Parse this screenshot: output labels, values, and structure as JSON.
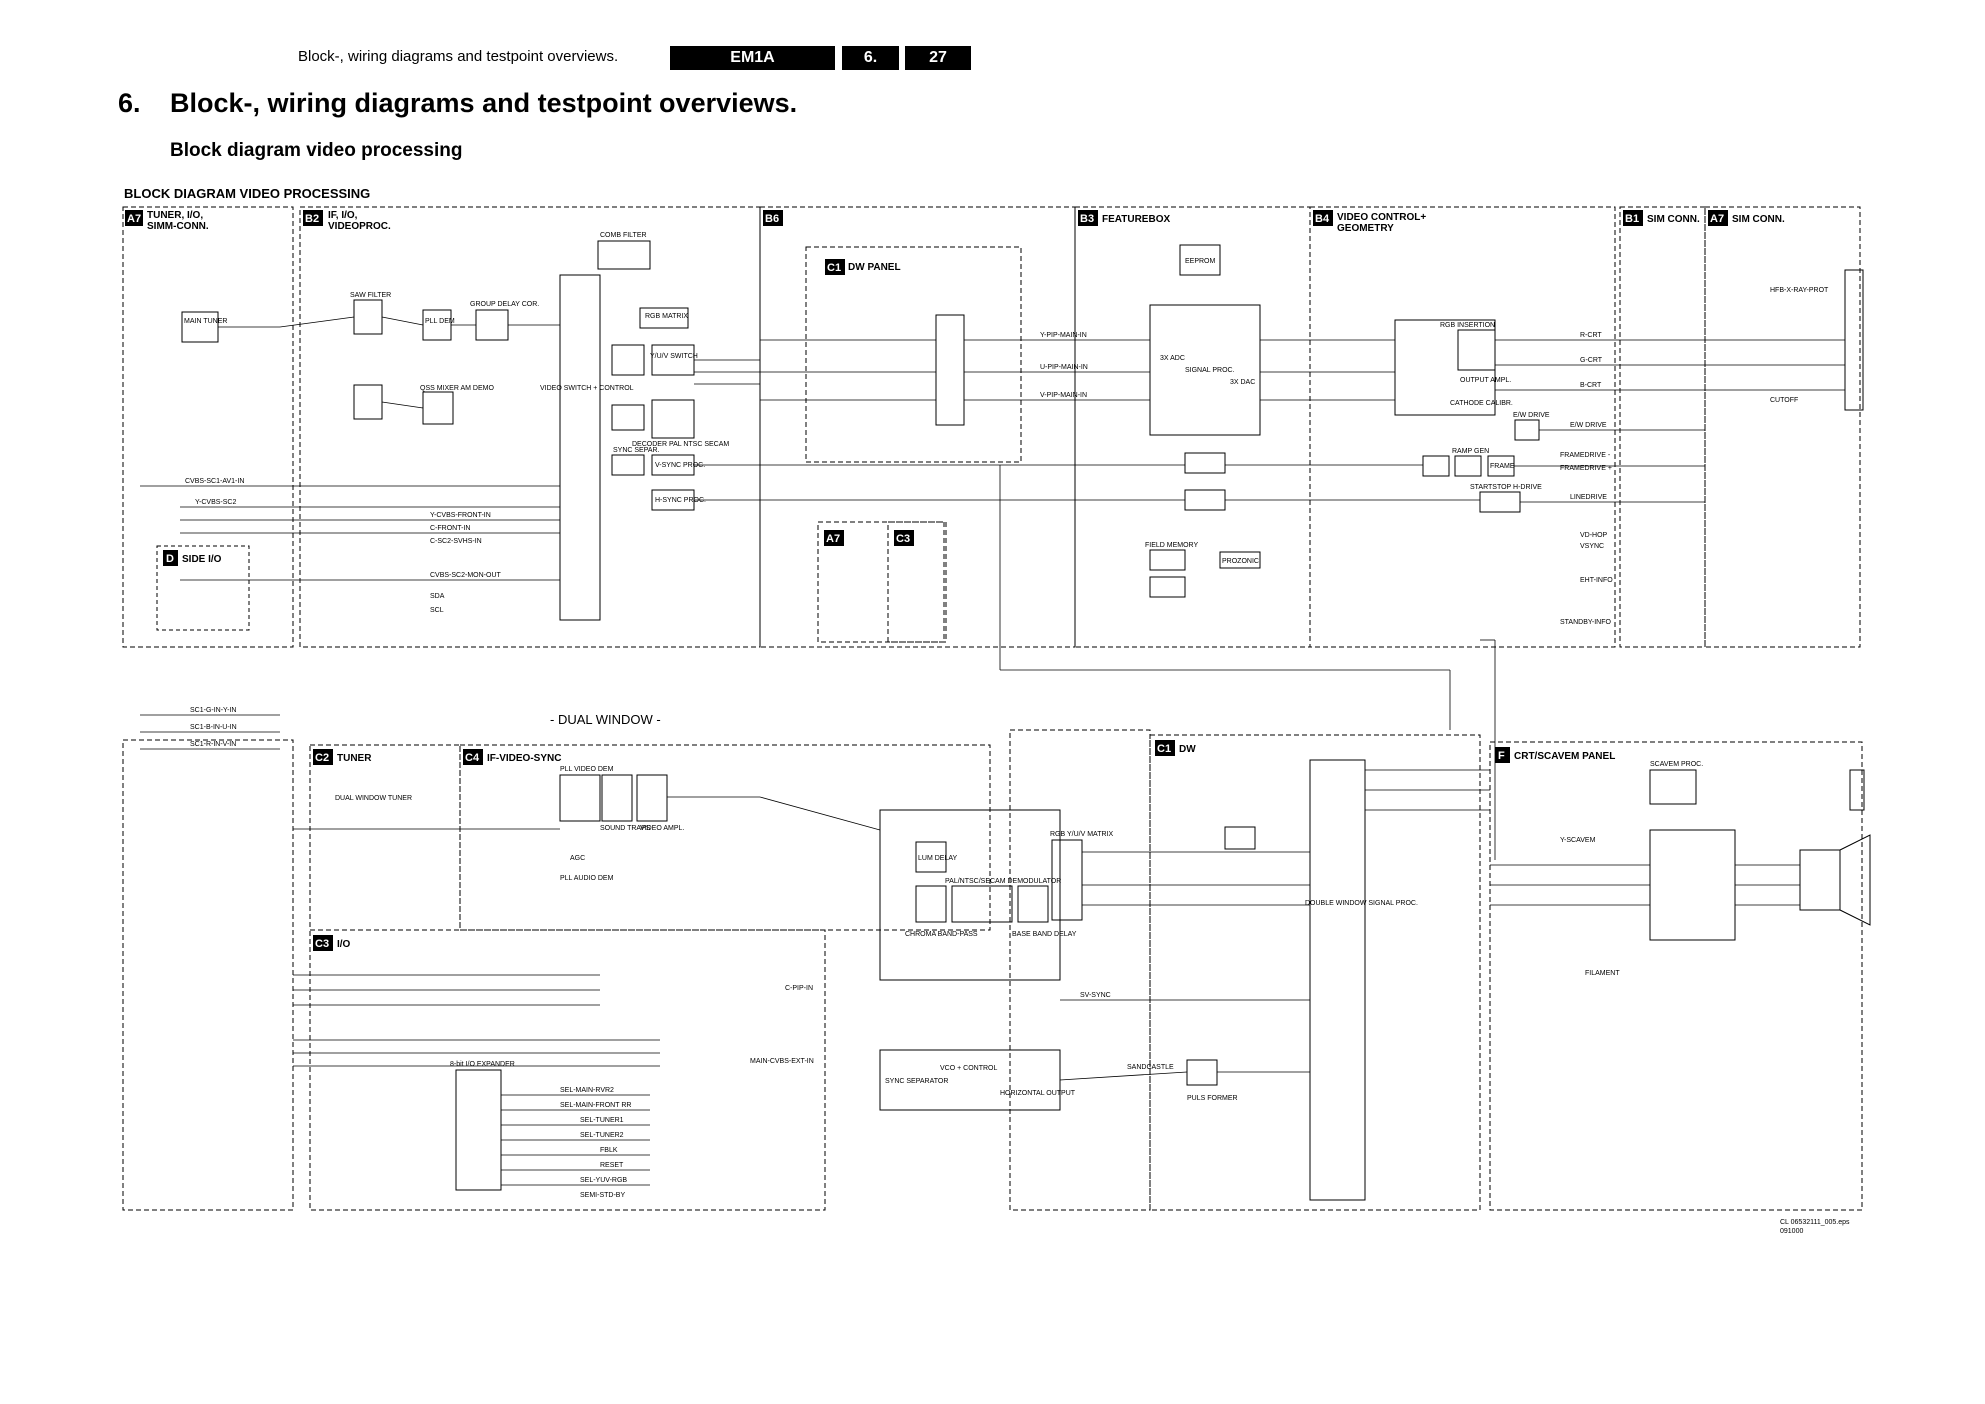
{
  "header": {
    "running_title": "Block-, wiring diagrams and testpoint overviews.",
    "model": "EM1A",
    "section": "6.",
    "page": "27"
  },
  "title": {
    "number": "6.",
    "text": "Block-, wiring diagrams and testpoint overviews."
  },
  "subtitle": "Block diagram video processing",
  "diagram_title": "BLOCK DIAGRAM VIDEO PROCESSING",
  "center_label": "- DUAL WINDOW -",
  "drawing_code": {
    "line1": "CL 06532111_005.eps",
    "line2": "091000"
  },
  "panels": [
    {
      "tag": "A7",
      "label1": "TUNER, I/O,",
      "label2": "SIMM-CONN."
    },
    {
      "tag": "B2",
      "label1": "IF, I/O,",
      "label2": "VIDEOPROC."
    },
    {
      "tag": "B6",
      "label1": "",
      "label2": ""
    },
    {
      "tag": "C1",
      "label1": "DW PANEL",
      "label2": ""
    },
    {
      "tag": "B3",
      "label1": "FEATUREBOX",
      "label2": ""
    },
    {
      "tag": "B4",
      "label1": "VIDEO CONTROL+",
      "label2": "GEOMETRY"
    },
    {
      "tag": "B1",
      "label1": "SIM CONN.",
      "label2": ""
    },
    {
      "tag": "A7",
      "label1": "SIM CONN.",
      "label2": ""
    },
    {
      "tag": "D",
      "label1": "SIDE I/O",
      "label2": ""
    },
    {
      "tag": "A7",
      "label1": "",
      "label2": ""
    },
    {
      "tag": "C3",
      "label1": "",
      "label2": ""
    },
    {
      "tag": "C2",
      "label1": "TUNER",
      "label2": ""
    },
    {
      "tag": "C4",
      "label1": "IF-VIDEO-SYNC",
      "label2": ""
    },
    {
      "tag": "C1",
      "label1": "DW",
      "label2": ""
    },
    {
      "tag": "F",
      "label1": "CRT/SCAVEM PANEL",
      "label2": ""
    },
    {
      "tag": "C3",
      "label1": "I/O",
      "label2": ""
    }
  ],
  "blocks": [
    {
      "label": "MAIN TUNER"
    },
    {
      "label": "SAW FILTER"
    },
    {
      "label": "PLL DEM"
    },
    {
      "label": "GROUP DELAY COR."
    },
    {
      "label": "QSS MIXER AM DEMO"
    },
    {
      "label": "VIDEO SWITCH + CONTROL"
    },
    {
      "label": "RGB MATRIX"
    },
    {
      "label": "Y/U/V SWITCH"
    },
    {
      "label": "DECODER PAL NTSC SECAM"
    },
    {
      "label": "SYNC SEPAR."
    },
    {
      "label": "V-SYNC PROC."
    },
    {
      "label": "H-SYNC PROC."
    },
    {
      "label": "EEPROM"
    },
    {
      "label": "3X ADC"
    },
    {
      "label": "SIGNAL PROC."
    },
    {
      "label": "3X DAC"
    },
    {
      "label": "RGB INSERTION"
    },
    {
      "label": "OUTPUT AMPL."
    },
    {
      "label": "CATHODE CALIBR."
    },
    {
      "label": "E/W DRIVE"
    },
    {
      "label": "RAMP GEN"
    },
    {
      "label": "FRAME"
    },
    {
      "label": "STARTSTOP H-DRIVE"
    },
    {
      "label": "FIELD MEMORY"
    },
    {
      "label": "PROZONIC"
    },
    {
      "label": "LUM DELAY"
    },
    {
      "label": "CHROMA BAND-PASS"
    },
    {
      "label": "PAL/NTSC/SECAM DEMODULATOR"
    },
    {
      "label": "BASE BAND DELAY"
    },
    {
      "label": "RGB Y/U/V MATRIX"
    },
    {
      "label": "SYNC SEPARATOR"
    },
    {
      "label": "VCO + CONTROL"
    },
    {
      "label": "HORIZONTAL OUTPUT"
    },
    {
      "label": "PULS FORMER"
    },
    {
      "label": "DOUBLE WINDOW SIGNAL PROC."
    },
    {
      "label": "SCAVEM PROC."
    },
    {
      "label": "SOUND TRAPS"
    },
    {
      "label": "VIDEO AMPL."
    },
    {
      "label": "PLL VIDEO DEM"
    },
    {
      "label": "AGC"
    },
    {
      "label": "PLL AUDIO DEM"
    },
    {
      "label": "DUAL WINDOW TUNER"
    },
    {
      "label": "COMB FILTER"
    },
    {
      "label": "8-bit I/O EXPANDER"
    }
  ],
  "signals": [
    {
      "label": "CVBS-SC1-AV1-IN"
    },
    {
      "label": "Y-CVBS-SC2"
    },
    {
      "label": "Y-CVBS-FRONT-IN"
    },
    {
      "label": "C-FRONT-IN"
    },
    {
      "label": "C-SC2-SVHS-IN"
    },
    {
      "label": "CVBS-SC2-MON-OUT"
    },
    {
      "label": "SDA"
    },
    {
      "label": "SCL"
    },
    {
      "label": "Y-PIP-MAIN-IN"
    },
    {
      "label": "U-PIP-MAIN-IN"
    },
    {
      "label": "V-PIP-MAIN-IN"
    },
    {
      "label": "R-CRT"
    },
    {
      "label": "G-CRT"
    },
    {
      "label": "B-CRT"
    },
    {
      "label": "E/W DRIVE"
    },
    {
      "label": "FRAMEDRIVE -"
    },
    {
      "label": "FRAMEDRIVE +"
    },
    {
      "label": "LINEDRIVE"
    },
    {
      "label": "VD-HOP"
    },
    {
      "label": "VSYNC"
    },
    {
      "label": "EHT-INFO"
    },
    {
      "label": "STANDBY-INFO"
    },
    {
      "label": "HFB-X-RAY-PROT"
    },
    {
      "label": "Y-SCAVEM"
    },
    {
      "label": "CUTOFF"
    },
    {
      "label": "SC1-G-IN-Y-IN"
    },
    {
      "label": "SC1-B-IN-U-IN"
    },
    {
      "label": "SC1-R-IN-V-IN"
    },
    {
      "label": "SV-SYNC"
    },
    {
      "label": "SANDCASTLE"
    },
    {
      "label": "SEL-MAIN-RVR2"
    },
    {
      "label": "SEL-MAIN-FRONT RR"
    },
    {
      "label": "SEL-TUNER1"
    },
    {
      "label": "SEL-TUNER2"
    },
    {
      "label": "FBLK"
    },
    {
      "label": "RESET"
    },
    {
      "label": "SEL-YUV-RGB"
    },
    {
      "label": "SEMI-STD-BY"
    },
    {
      "label": "MAIN-CVBS-EXT-IN"
    },
    {
      "label": "C-PIP-IN"
    },
    {
      "label": "FILAMENT"
    }
  ]
}
